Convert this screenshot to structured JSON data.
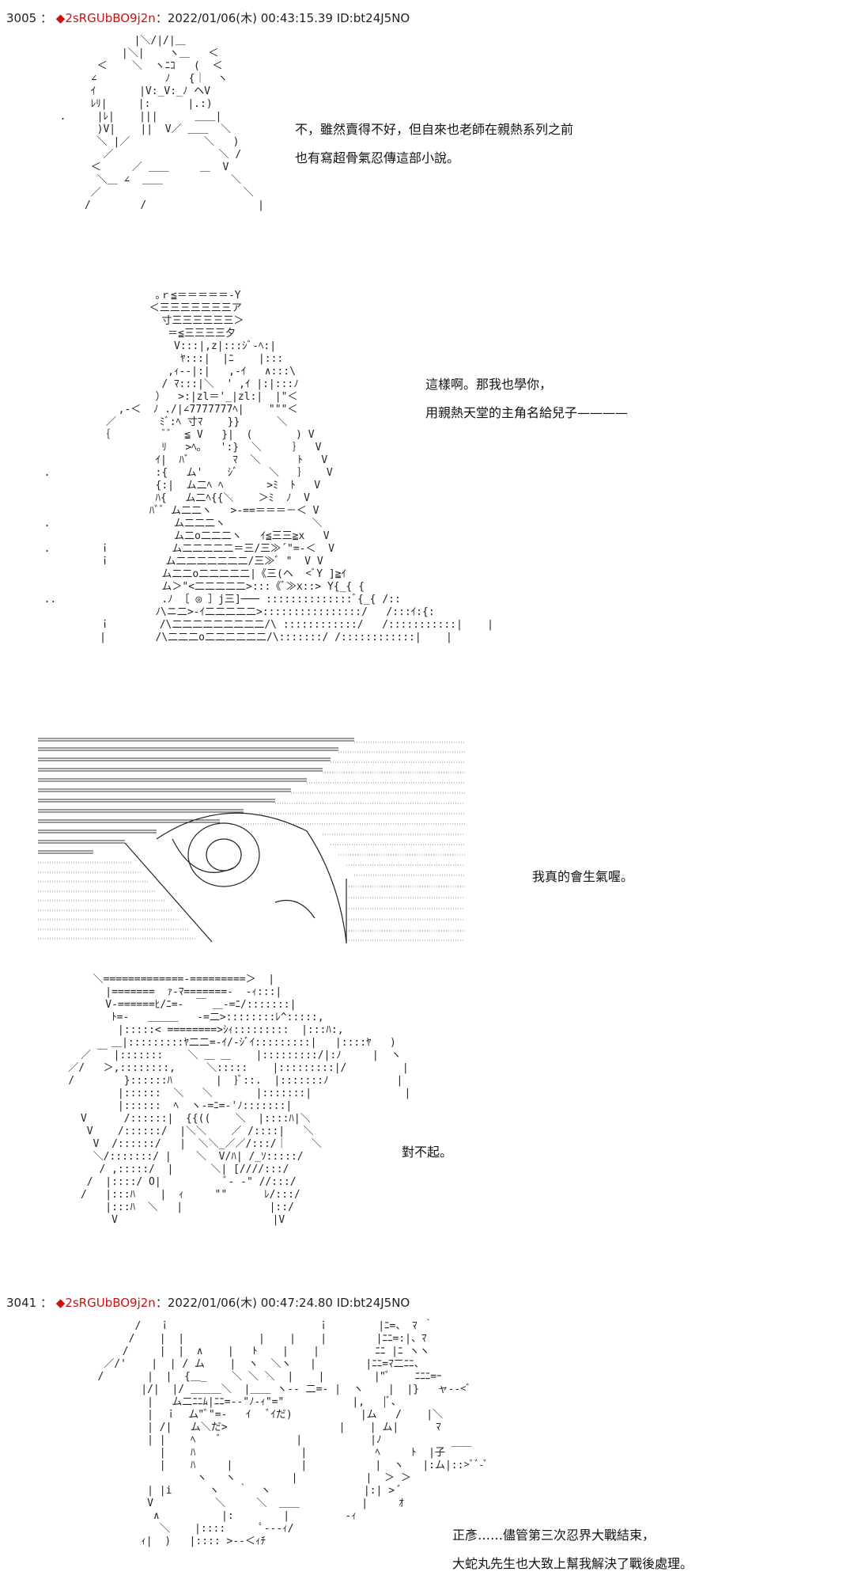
{
  "posts": [
    {
      "number": "3005",
      "separator": "：",
      "diamond": "◆",
      "trip": "2sRGUbBO9j2n",
      "meta": "：2022/01/06(木) 00:43:15.39 ID:bt24J5NO"
    },
    {
      "number": "3041",
      "separator": "：",
      "diamond": "◆",
      "trip": "2sRGUbBO9j2n",
      "meta": "：2022/01/06(木) 00:47:24.80 ID:bt24J5NO"
    }
  ],
  "panels": [
    {
      "lines": [
        "不，雖然賣得不好，但自來也老師在親熱系列之前",
        "也有寫超骨氣忍傳這部小說。"
      ]
    },
    {
      "lines": [
        "這樣啊。那我也學你，",
        "用親熱天堂的主角名給兒子————"
      ]
    },
    {
      "lines": [
        "我真的會生氣喔。"
      ]
    },
    {
      "lines": [
        "對不起。"
      ]
    },
    {
      "lines": [
        "正彥……儘管第三次忍界大戰結束，",
        "大蛇丸先生也大致上幫我解決了戰後處理。"
      ]
    }
  ]
}
